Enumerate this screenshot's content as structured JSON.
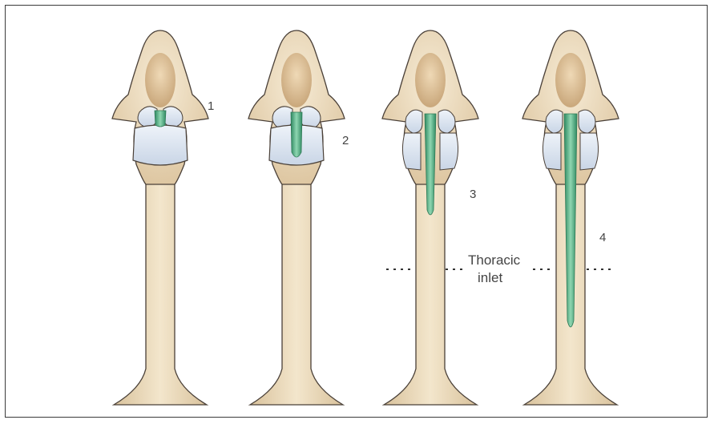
{
  "diagram": {
    "stage_labels": [
      "1",
      "2",
      "3",
      "4"
    ],
    "inlet_label_line1": "Thoracic",
    "inlet_label_line2": "inlet",
    "colors": {
      "tissue": "#ead8b5",
      "tissue_dark": "#cdb08a",
      "outline": "#4a4038",
      "cartilage": "#d8e2ef",
      "lesion": "#5fb58c",
      "lesion_dark": "#2f7a56"
    }
  }
}
